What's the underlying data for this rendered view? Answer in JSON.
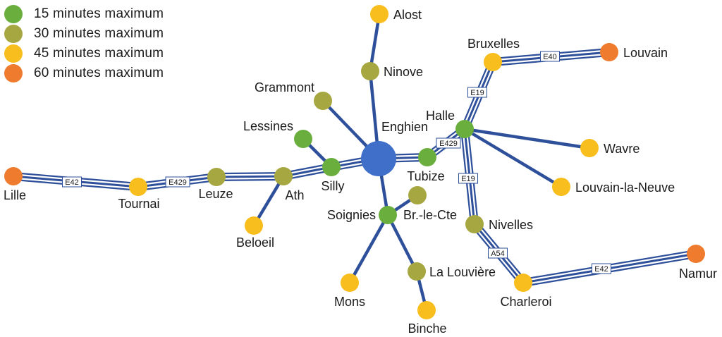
{
  "colors": {
    "road": "#2E4F9A",
    "hub": "#3F6FC8",
    "c15": "#6AAE3E",
    "c30": "#A7A741",
    "c45": "#F8BE1D",
    "c60": "#EE7B2E",
    "text": "#1a1a1a"
  },
  "legend": [
    {
      "label": "15 minutes maximum",
      "color_key": "c15"
    },
    {
      "label": "30 minutes maximum",
      "color_key": "c30"
    },
    {
      "label": "45 minutes maximum",
      "color_key": "c45"
    },
    {
      "label": "60 minutes maximum",
      "color_key": "c60"
    }
  ],
  "hub": {
    "id": "enghien",
    "label": "Enghien"
  },
  "nodes": [
    {
      "id": "alost",
      "label": "Alost",
      "category": "c45"
    },
    {
      "id": "ninove",
      "label": "Ninove",
      "category": "c30"
    },
    {
      "id": "grammont",
      "label": "Grammont",
      "category": "c30"
    },
    {
      "id": "lessines",
      "label": "Lessines",
      "category": "c15"
    },
    {
      "id": "silly",
      "label": "Silly",
      "category": "c15"
    },
    {
      "id": "ath",
      "label": "Ath",
      "category": "c30"
    },
    {
      "id": "leuze",
      "label": "Leuze",
      "category": "c30"
    },
    {
      "id": "tournai",
      "label": "Tournai",
      "category": "c45"
    },
    {
      "id": "lille",
      "label": "Lille",
      "category": "c60"
    },
    {
      "id": "beloeil",
      "label": "Beloeil",
      "category": "c45"
    },
    {
      "id": "tubize",
      "label": "Tubize",
      "category": "c15"
    },
    {
      "id": "halle",
      "label": "Halle",
      "category": "c15"
    },
    {
      "id": "bruxelles",
      "label": "Bruxelles",
      "category": "c45"
    },
    {
      "id": "louvain",
      "label": "Louvain",
      "category": "c60"
    },
    {
      "id": "wavre",
      "label": "Wavre",
      "category": "c45"
    },
    {
      "id": "lln",
      "label": "Louvain-la-Neuve",
      "category": "c45"
    },
    {
      "id": "nivelles",
      "label": "Nivelles",
      "category": "c30"
    },
    {
      "id": "charleroi",
      "label": "Charleroi",
      "category": "c45"
    },
    {
      "id": "namur",
      "label": "Namur",
      "category": "c60"
    },
    {
      "id": "soignies",
      "label": "Soignies",
      "category": "c15"
    },
    {
      "id": "brlecte",
      "label": "Br.-le-Cte",
      "category": "c30"
    },
    {
      "id": "mons",
      "label": "Mons",
      "category": "c45"
    },
    {
      "id": "lalouviere",
      "label": "La Louvière",
      "category": "c30"
    },
    {
      "id": "binche",
      "label": "Binche",
      "category": "c45"
    }
  ],
  "connections": [
    {
      "from": "enghien",
      "to": "ninove",
      "type": "road"
    },
    {
      "from": "ninove",
      "to": "alost",
      "type": "road"
    },
    {
      "from": "enghien",
      "to": "grammont",
      "type": "road"
    },
    {
      "from": "silly",
      "to": "lessines",
      "type": "road"
    },
    {
      "from": "ath",
      "to": "beloeil",
      "type": "road"
    },
    {
      "from": "enghien",
      "to": "soignies",
      "type": "road"
    },
    {
      "from": "soignies",
      "to": "brlecte",
      "type": "road"
    },
    {
      "from": "soignies",
      "to": "mons",
      "type": "road"
    },
    {
      "from": "soignies",
      "to": "lalouviere",
      "type": "road"
    },
    {
      "from": "lalouviere",
      "to": "binche",
      "type": "road"
    },
    {
      "from": "halle",
      "to": "wavre",
      "type": "road"
    },
    {
      "from": "halle",
      "to": "lln",
      "type": "road"
    },
    {
      "from": "enghien",
      "to": "silly",
      "type": "highway"
    },
    {
      "from": "silly",
      "to": "ath",
      "type": "highway"
    },
    {
      "from": "ath",
      "to": "leuze",
      "type": "highway"
    },
    {
      "from": "leuze",
      "to": "tournai",
      "type": "highway",
      "shield": "E429"
    },
    {
      "from": "tournai",
      "to": "lille",
      "type": "highway",
      "shield": "E42"
    },
    {
      "from": "enghien",
      "to": "tubize",
      "type": "highway"
    },
    {
      "from": "tubize",
      "to": "halle",
      "type": "highway",
      "shield": "E429"
    },
    {
      "from": "halle",
      "to": "bruxelles",
      "type": "highway",
      "shield": "E19"
    },
    {
      "from": "bruxelles",
      "to": "louvain",
      "type": "highway",
      "shield": "E40"
    },
    {
      "from": "halle",
      "to": "nivelles",
      "type": "highway",
      "shield": "E19"
    },
    {
      "from": "nivelles",
      "to": "charleroi",
      "type": "highway",
      "shield": "A54"
    },
    {
      "from": "charleroi",
      "to": "namur",
      "type": "highway",
      "shield": "E42"
    }
  ]
}
